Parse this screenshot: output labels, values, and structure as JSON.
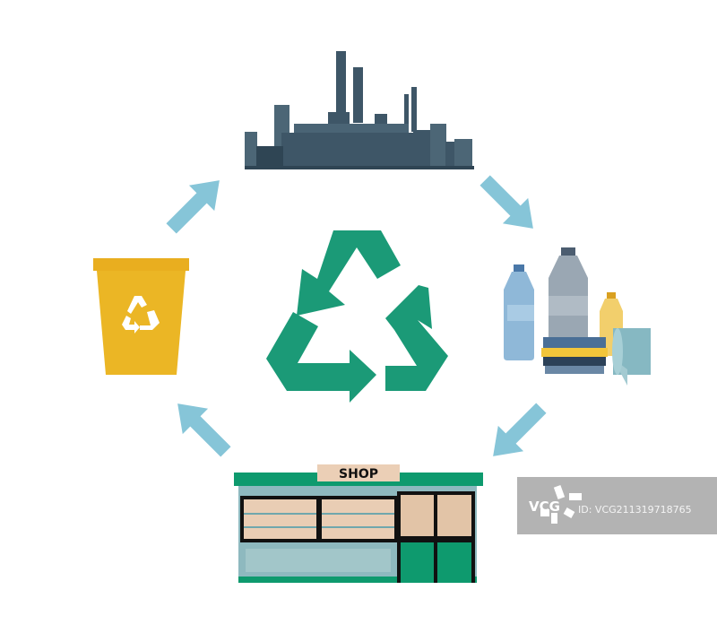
{
  "shop": {
    "sign": "SHOP"
  },
  "watermark": {
    "logo": "VCG",
    "id_text": "ID: VCG211319718765"
  },
  "colors": {
    "arrow": "#86c5d8",
    "recycle_green": "#1b9a77",
    "factory": "#3e5667",
    "bin": "#ebb625",
    "shop_green": "#0e9a6e"
  }
}
